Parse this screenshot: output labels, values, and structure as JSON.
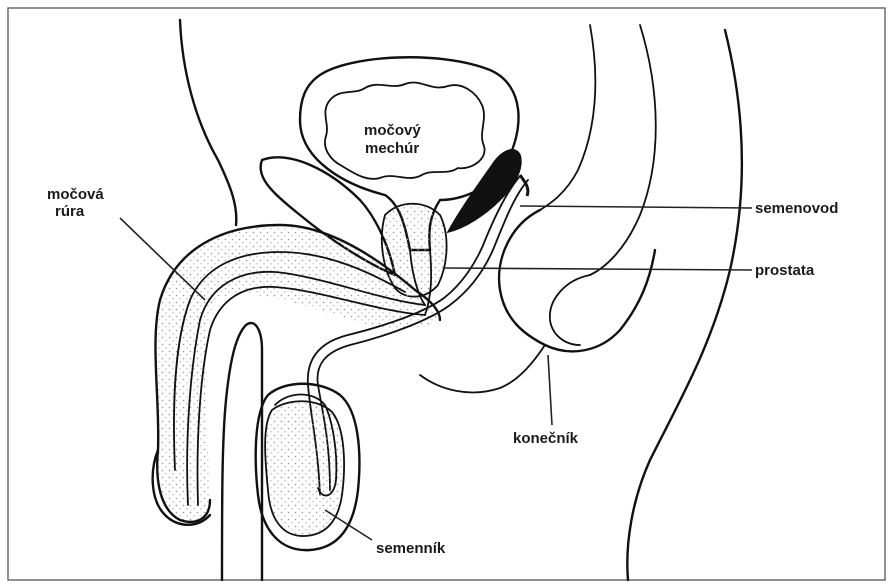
{
  "labels": {
    "bladder_line1": "močový",
    "bladder_line2": "mechúr",
    "urethra_line1": "močová",
    "urethra_line2": "rúra",
    "vas_deferens": "semenovod",
    "prostate": "prostata",
    "rectum": "konečník",
    "testis": "semenník"
  },
  "colors": {
    "ink": "#111111",
    "stipple": "#9a9a9a",
    "frame": "#6b6b6b",
    "background": "#ffffff"
  }
}
